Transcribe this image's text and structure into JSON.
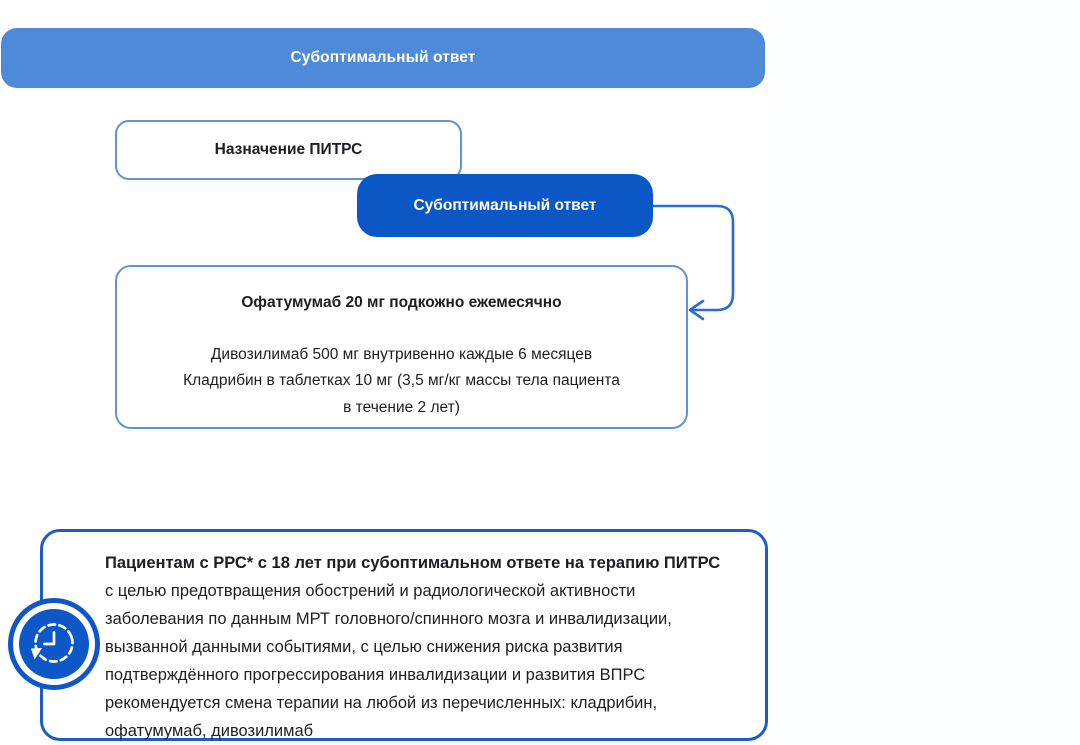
{
  "banner": {
    "label": "Субоптимальный ответ"
  },
  "flow": {
    "pitrs_box": {
      "label": "Назначение ПИТРС"
    },
    "suboptimal_box": {
      "label": "Субоптимальный ответ"
    },
    "therapy_box": {
      "title": "Офатумумаб 20 мг подкожно ежемесячно",
      "body": "Дивозилимаб 500 мг внутривенно каждые 6 месяцев\nКладрибин в таблетках 10 мг (3,5 мг/кг массы тела пациента\nв течение 2 лет)"
    },
    "connector": {
      "type": "elbow-arrow",
      "from": "suboptimal_box",
      "to": "therapy_box"
    }
  },
  "recommendation": {
    "heading": "Пациентам с РРС* с 18 лет при субоптимальном ответе на терапию ПИТРС",
    "body": "с целью предотвращения обострений и радиологической активности\nзаболевания по данным МРТ головного/спинного мозга и инвалидизации,\nвызванной данными событиями, с целью снижения риска развития\nподтверждённого прогрессирования инвалидизации и развития ВПРС\nрекомендуется смена терапии на любой из перечисленных: кладрибин,\nофатумумаб, дивозилимаб",
    "icon": "history-clock-icon"
  },
  "colors": {
    "banner_bg": "#4f8ad9",
    "primary_blue": "#0b57c6",
    "light_box_border": "#6192da",
    "recommend_border": "#1d5cc8",
    "connector": "#2c6bd1",
    "text": "#1c1e21",
    "background": "#ffffff"
  }
}
